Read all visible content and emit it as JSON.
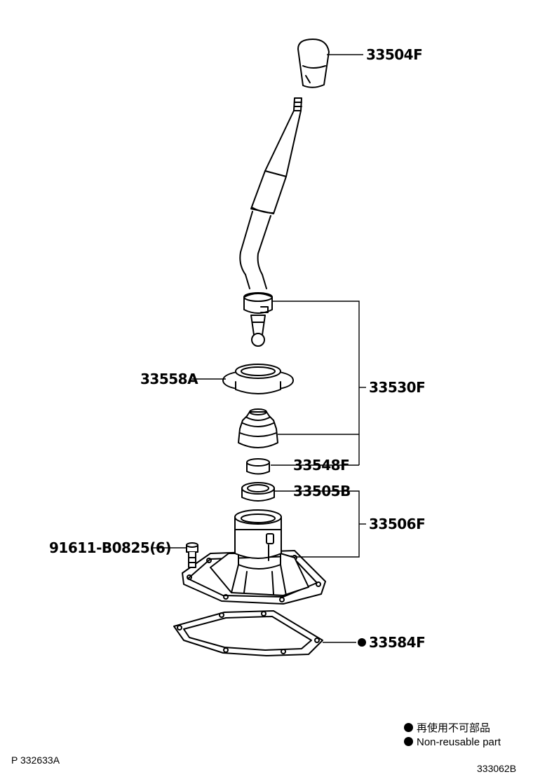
{
  "callouts": {
    "shift_knob": "33504F",
    "retainer": "33558A",
    "lever_assy": "33530F",
    "bushing": "33548F",
    "seat": "33505B",
    "housing_assy": "33506F",
    "bolt": "91611-B0825(6)",
    "gasket": "33584F"
  },
  "legend": {
    "line_jp": "再使用不可部品",
    "line_en": "Non-reusable part"
  },
  "footer": {
    "left_code": "P 332633A",
    "right_code": "333062B"
  }
}
